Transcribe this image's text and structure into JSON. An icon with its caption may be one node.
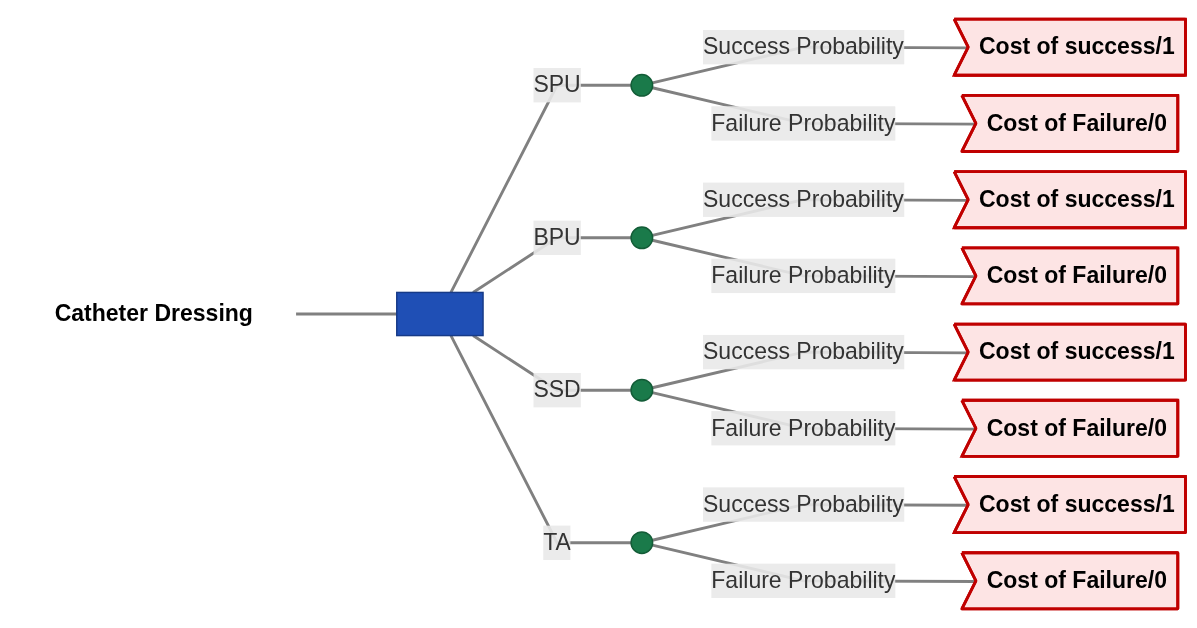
{
  "diagram": {
    "nodes": [
      {
        "text": [
          "Catheter Dressing"
        ]
      },
      {
        "text": [],
        "shape": "box"
      },
      {
        "text": [],
        "shape": "circle"
      },
      {
        "text": [
          "Cost of success/1"
        ]
      },
      {
        "text": [
          "Cost of Failure/0"
        ]
      },
      {
        "text": [],
        "shape": "circle"
      },
      {
        "text": [
          "Cost of success/1"
        ]
      },
      {
        "text": [
          "Cost of Failure/0"
        ]
      },
      {
        "text": [],
        "shape": "circle"
      },
      {
        "text": [
          "Cost of success/1"
        ]
      },
      {
        "text": [
          "Cost of Failure/0"
        ]
      },
      {
        "text": [],
        "shape": "circle"
      },
      {
        "text": [
          "Cost of success/1"
        ]
      },
      {
        "text": [
          "Cost of Failure/0"
        ]
      }
    ],
    "edges": [
      {
        "from": 0,
        "to": 1,
        "arrow": "none"
      },
      {
        "from": 1,
        "to": 2,
        "arrow": "none",
        "label": "SPU"
      },
      {
        "from": 2,
        "to": 3,
        "arrow": "none",
        "label": "Success Probability"
      },
      {
        "from": 2,
        "to": 4,
        "arrow": "none",
        "label": "Failure Probability"
      },
      {
        "from": 1,
        "to": 5,
        "arrow": "none",
        "label": "BPU"
      },
      {
        "from": 5,
        "to": 6,
        "arrow": "none",
        "label": "Success Probability"
      },
      {
        "from": 5,
        "to": 7,
        "arrow": "none",
        "label": "Failure Probability"
      },
      {
        "from": 1,
        "to": 8,
        "arrow": "none",
        "label": "SSD"
      },
      {
        "from": 8,
        "to": 9,
        "arrow": "none",
        "label": "Success Probability"
      },
      {
        "from": 8,
        "to": 10,
        "arrow": "none",
        "label": "Failure Probability"
      },
      {
        "from": 1,
        "to": 11,
        "arrow": "none",
        "label": "TA"
      },
      {
        "from": 11,
        "to": 12,
        "arrow": "none",
        "label": "Success Probability"
      },
      {
        "from": 11,
        "to": 13,
        "arrow": "none",
        "label": "Failure Probability"
      }
    ]
  }
}
